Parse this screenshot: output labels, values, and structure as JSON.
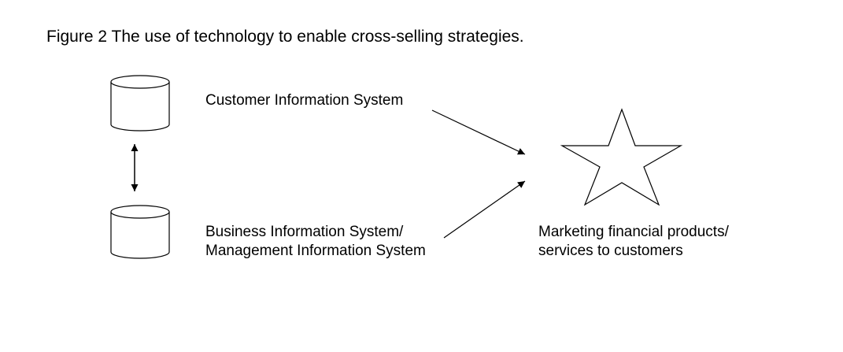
{
  "figure": {
    "title": "Figure 2  The use of technology to enable cross-selling strategies."
  },
  "nodes": {
    "customer_system": "Customer Information System",
    "business_system_line1": "Business Information System/",
    "business_system_line2": "Management Information System",
    "outcome_line1": "Marketing financial products/",
    "outcome_line2": "services to customers"
  },
  "icons": {
    "top_database": "database-cylinder-icon",
    "bottom_database": "database-cylinder-icon",
    "link": "double-headed-arrow-icon",
    "outcome": "star-icon"
  },
  "colors": {
    "stroke": "#000000",
    "background": "#ffffff"
  }
}
